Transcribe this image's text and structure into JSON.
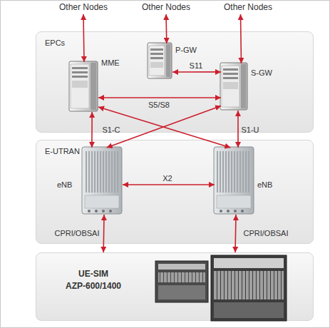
{
  "diagram": {
    "nodes": [
      {
        "text": [
          "Other Nodes"
        ]
      },
      {
        "text": [
          "Other Nodes"
        ]
      },
      {
        "text": [
          "Other Nodes"
        ]
      },
      {
        "text": [
          "EPCs"
        ]
      },
      {
        "text": [
          "MME"
        ],
        "in": 3
      },
      {
        "text": [
          "P-GW"
        ],
        "in": 3
      },
      {
        "text": [
          "S-GW"
        ],
        "in": 3
      },
      {
        "text": [
          "E-UTRAN"
        ]
      },
      {
        "text": [
          "eNB"
        ],
        "in": 7
      },
      {
        "text": [
          "eNB"
        ],
        "in": 7
      },
      {
        "text": [
          "UE-SIM",
          "AZP-600/1400"
        ]
      }
    ],
    "edges": [
      {
        "from": 0,
        "to": 4,
        "arrow": "both"
      },
      {
        "from": 1,
        "to": 5,
        "arrow": "both"
      },
      {
        "from": 2,
        "to": 6,
        "arrow": "both"
      },
      {
        "from": 5,
        "to": 6,
        "label": "S11",
        "arrow": "both"
      },
      {
        "from": 4,
        "to": 6,
        "label": "S5/S8",
        "arrow": "both"
      },
      {
        "from": 4,
        "to": 8,
        "label": "S1-C",
        "arrow": "both"
      },
      {
        "from": 4,
        "to": 9,
        "arrow": "both"
      },
      {
        "from": 6,
        "to": 8,
        "arrow": "both"
      },
      {
        "from": 6,
        "to": 9,
        "label": "S1-U",
        "arrow": "both"
      },
      {
        "from": 8,
        "to": 9,
        "label": "X2",
        "arrow": "both"
      },
      {
        "from": 8,
        "to": 10,
        "label": "CPRI/OBSAI",
        "arrow": "both"
      },
      {
        "from": 9,
        "to": 10,
        "label": "CPRI/OBSAI",
        "arrow": "both"
      }
    ]
  }
}
